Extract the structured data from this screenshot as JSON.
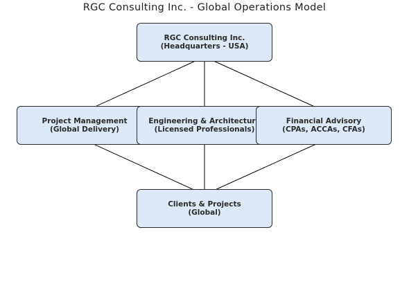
{
  "title": "RGC Consulting Inc. - Global Operations Model",
  "nodes": {
    "hq": {
      "line1": "RGC Consulting Inc.",
      "line2": "(Headquarters - USA)"
    },
    "pm": {
      "line1": "Project Management",
      "line2": "(Global Delivery)"
    },
    "eng": {
      "line1": "Engineering & Architecture",
      "line2": "(Licensed Professionals)"
    },
    "fin": {
      "line1": "Financial Advisory",
      "line2": "(CPAs, ACCAs, CFAs)"
    },
    "cli": {
      "line1": "Clients & Projects",
      "line2": "(Global)"
    }
  },
  "edges": [
    {
      "from": "hq",
      "to": "pm"
    },
    {
      "from": "hq",
      "to": "eng"
    },
    {
      "from": "hq",
      "to": "fin"
    },
    {
      "from": "pm",
      "to": "cli"
    },
    {
      "from": "eng",
      "to": "cli"
    },
    {
      "from": "fin",
      "to": "cli"
    }
  ],
  "colors": {
    "box_fill": "#dde9f6",
    "border": "#2b2b2b",
    "arrow": "#000000"
  }
}
